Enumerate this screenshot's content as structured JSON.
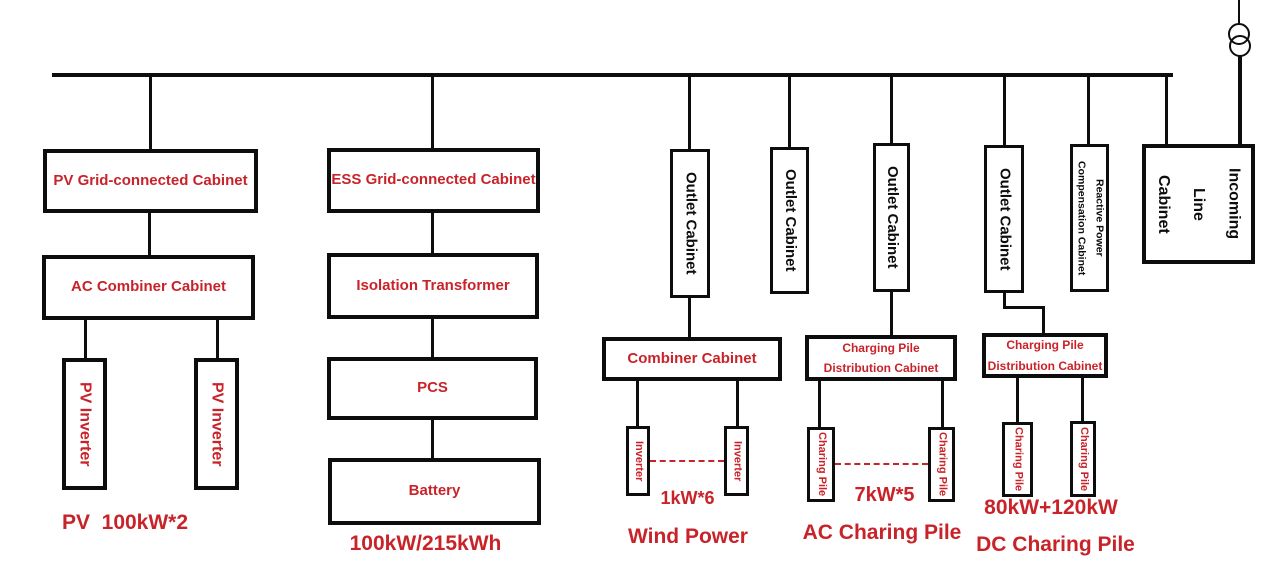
{
  "colors": {
    "accent_red": "#c9232a",
    "line_black": "#0d0d0d"
  },
  "pv": {
    "grid_cabinet": "PV Grid-connected Cabinet",
    "combiner_cabinet": "AC Combiner Cabinet",
    "inverter_left": "PV Inverter",
    "inverter_right": "PV Inverter",
    "capacity_label": "PV  100kW*2"
  },
  "ess": {
    "grid_cabinet": "ESS Grid-connected Cabinet",
    "isolation_transformer": "Isolation Transformer",
    "pcs": "PCS",
    "battery": "Battery",
    "capacity_label": "100kW/215kWh"
  },
  "wind": {
    "outlet_cabinet": "Outlet Cabinet",
    "combiner_cabinet": "Combiner Cabinet",
    "inverter_left": "Inverter",
    "inverter_right": "Inverter",
    "rating_label": "1kW*6",
    "branch_label": "Wind Power"
  },
  "spare": {
    "outlet_cabinet": "Outlet Cabinet"
  },
  "ac": {
    "outlet_cabinet": "Outlet Cabinet",
    "distribution_line1": "Charging Pile",
    "distribution_line2": "Distribution Cabinet",
    "pile_left": "Charing Pile",
    "pile_right": "Charing Pile",
    "rating_label": "7kW*5",
    "branch_label": "AC Charing Pile"
  },
  "dc": {
    "outlet_cabinet": "Outlet Cabinet",
    "distribution_line1": "Charging Pile",
    "distribution_line2": "Distribution Cabinet",
    "pile_left": "Charing Pile",
    "pile_right": "Charing Pile",
    "rating_label": "80kW+120kW",
    "branch_label": "DC Charing Pile"
  },
  "reactive": {
    "line1": "Reactive Power",
    "line2": "Compensation Cabinet"
  },
  "incoming": {
    "line1": "Incoming",
    "line2": "Line",
    "line3": "Cabinet"
  },
  "grid_source": {
    "transformer_icon": "utility-transformer"
  }
}
